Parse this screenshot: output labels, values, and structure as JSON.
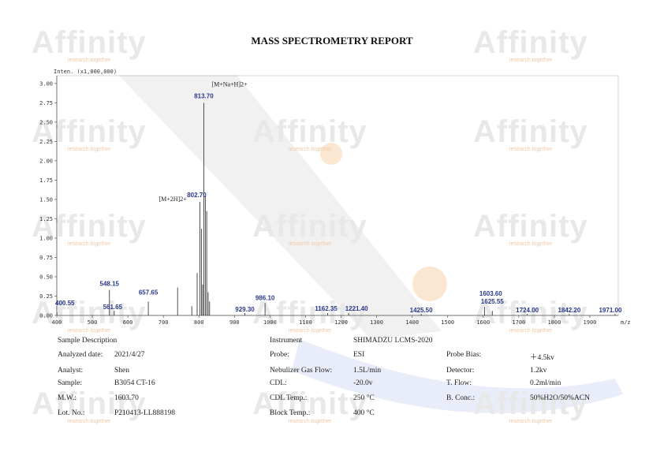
{
  "report": {
    "title": "MASS SPECTROMETRY REPORT",
    "watermark": "Affinity",
    "watermark_tag": "research together"
  },
  "chart_data": {
    "type": "spectrum",
    "ylabel": "Inten. (x1,000,000)",
    "xlabel": "m/z",
    "xlim": [
      400,
      1980
    ],
    "ylim": [
      0,
      3.1
    ],
    "x_ticks": [
      400,
      500,
      600,
      700,
      800,
      900,
      1000,
      1100,
      1200,
      1300,
      1400,
      1500,
      1600,
      1700,
      1800,
      1900
    ],
    "y_ticks": [
      0.0,
      0.25,
      0.5,
      0.75,
      1.0,
      1.25,
      1.5,
      1.75,
      2.0,
      2.25,
      2.5,
      2.75,
      3.0
    ],
    "peaks": [
      {
        "x": 400.55,
        "y": 0.04
      },
      {
        "x": 548.15,
        "y": 0.33
      },
      {
        "x": 561.65,
        "y": 0.06
      },
      {
        "x": 657.65,
        "y": 0.18
      },
      {
        "x": 740.0,
        "y": 0.36
      },
      {
        "x": 780.0,
        "y": 0.12
      },
      {
        "x": 795.0,
        "y": 0.55
      },
      {
        "x": 802.7,
        "y": 1.47
      },
      {
        "x": 807.0,
        "y": 1.12
      },
      {
        "x": 810.5,
        "y": 0.4
      },
      {
        "x": 813.7,
        "y": 2.75
      },
      {
        "x": 818.0,
        "y": 1.55
      },
      {
        "x": 822.0,
        "y": 1.35
      },
      {
        "x": 826.0,
        "y": 0.3
      },
      {
        "x": 830.0,
        "y": 0.18
      },
      {
        "x": 929.3,
        "y": 0.03
      },
      {
        "x": 986.1,
        "y": 0.16
      },
      {
        "x": 1162.35,
        "y": 0.03
      },
      {
        "x": 1221.4,
        "y": 0.03
      },
      {
        "x": 1425.5,
        "y": 0.02
      },
      {
        "x": 1603.6,
        "y": 0.11
      },
      {
        "x": 1625.55,
        "y": 0.06
      },
      {
        "x": 1724.0,
        "y": 0.02
      },
      {
        "x": 1842.2,
        "y": 0.02
      },
      {
        "x": 1971.0,
        "y": 0.02
      }
    ],
    "peak_labels": [
      {
        "x": 813.7,
        "text": "813.70"
      },
      {
        "x": 802.7,
        "text": "802.70"
      },
      {
        "x": 548.15,
        "text": "548.15"
      },
      {
        "x": 400.55,
        "text": "400.55"
      },
      {
        "x": 561.65,
        "text": "561.65"
      },
      {
        "x": 657.65,
        "text": "657.65"
      },
      {
        "x": 986.1,
        "text": "986.10"
      },
      {
        "x": 929.3,
        "text": "929.30"
      },
      {
        "x": 1162.35,
        "text": "1162.35"
      },
      {
        "x": 1221.4,
        "text": "1221.40"
      },
      {
        "x": 1425.5,
        "text": "1425.50"
      },
      {
        "x": 1603.6,
        "text": "1603.60"
      },
      {
        "x": 1625.55,
        "text": "1625.55"
      },
      {
        "x": 1724.0,
        "text": "1724.00"
      },
      {
        "x": 1842.2,
        "text": "1842.20"
      },
      {
        "x": 1971.0,
        "text": "1971.00"
      }
    ],
    "annotations": [
      {
        "x": 813.7,
        "text": "[M+Na+H]2+"
      },
      {
        "x": 802.7,
        "text": "[M+2H]2+"
      }
    ],
    "colors": {
      "trace": "#3a3a3a",
      "label": "#2a3a8c",
      "axis": "#555555"
    }
  },
  "info": {
    "sample_description": "Sample Description",
    "analyzed_date_label": "Analyzed date:",
    "analyzed_date": "2021/4/27",
    "analyst_label": "Analyst:",
    "analyst": "Shen",
    "sample_label": "Sample:",
    "sample": "B3054 CT-16",
    "mw_label": "M.W.:",
    "mw": "1603.70",
    "lot_label": "Lot. No.:",
    "lot": "P210413-LL888198",
    "instrument_label": "Instrument",
    "instrument": "SHIMADZU LCMS-2020",
    "probe_label": "Probe:",
    "probe": "ESI",
    "nebulizer_label": "Nebulizer Gas Flow:",
    "nebulizer": "1.5L/min",
    "cdl_label": "CDL:",
    "cdl": "-20.0v",
    "cdl_temp_label": "CDL Temp.:",
    "cdl_temp": "250   °C",
    "block_temp_label": "Block Temp.:",
    "block_temp": "400   °C",
    "probe_bias_label": "Probe Bias:",
    "probe_bias": "＋4.5kv",
    "detector_label": "Detector:",
    "detector": "1.2kv",
    "tflow_label": "T. Flow:",
    "tflow": "0.2ml/min",
    "bconc_label": "B. Conc.:",
    "bconc": "50%H2O/50%ACN"
  }
}
